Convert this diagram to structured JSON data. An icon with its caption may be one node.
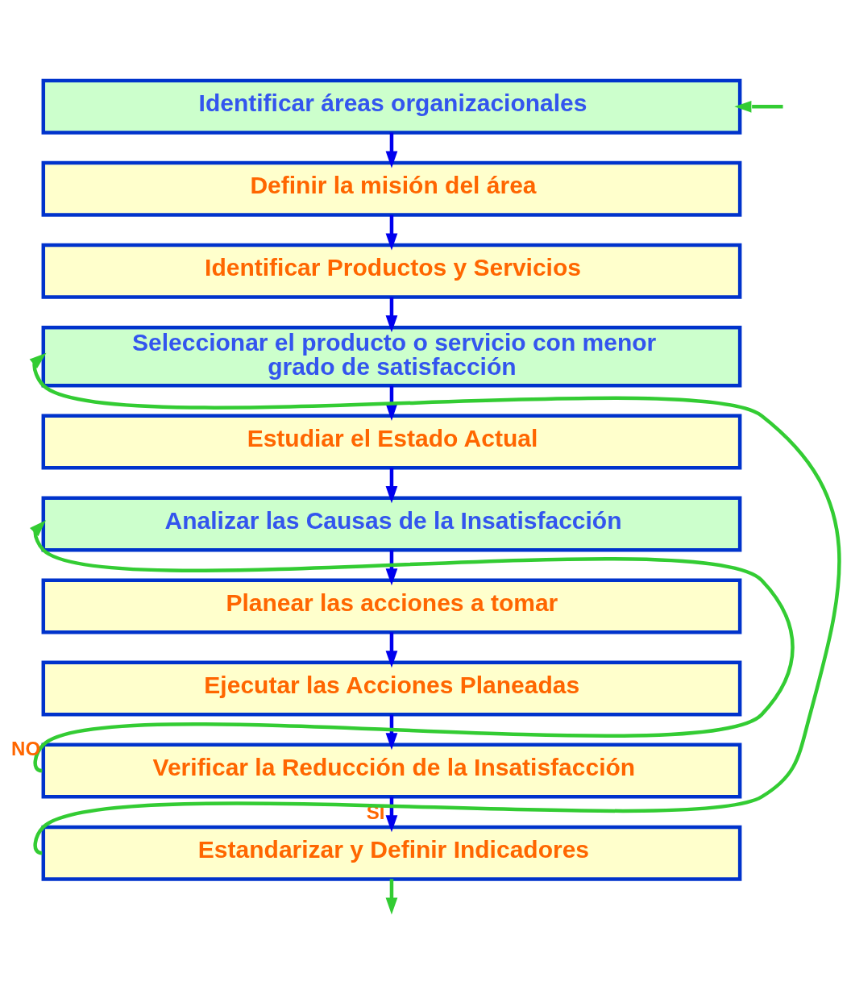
{
  "diagram": {
    "nodes": [
      {
        "text": [
          "Identificar áreas organizacionales"
        ]
      },
      {
        "text": [
          "Definir la misión del área"
        ]
      },
      {
        "text": [
          "Identificar Productos y Servicios"
        ]
      },
      {
        "text": [
          "Seleccionar el producto o servicio con menor grado de satisfacción"
        ]
      },
      {
        "text": [
          "Estudiar el Estado Actual"
        ]
      },
      {
        "text": [
          "Analizar las Causas de la Insatisfacción"
        ]
      },
      {
        "text": [
          "Planear las acciones a tomar"
        ]
      },
      {
        "text": [
          "Ejecutar las Acciones Planeadas"
        ]
      },
      {
        "text": [
          "Verificar la Reducción de la Insatisfacción"
        ]
      },
      {
        "text": [
          "Estandarizar y Definir Indicadores"
        ]
      }
    ],
    "edges": [
      {
        "from": 0,
        "to": 1,
        "arrow": "to"
      },
      {
        "from": 1,
        "to": 2,
        "arrow": "to"
      },
      {
        "from": 2,
        "to": 3,
        "arrow": "to"
      },
      {
        "from": 3,
        "to": 4,
        "arrow": "to"
      },
      {
        "from": 4,
        "to": 5,
        "arrow": "to"
      },
      {
        "from": 5,
        "to": 6,
        "arrow": "to"
      },
      {
        "from": 6,
        "to": 7,
        "arrow": "to"
      },
      {
        "from": 7,
        "to": 8,
        "arrow": "to"
      },
      {
        "from": 8,
        "to": 9,
        "arrow": "to",
        "label": "SI"
      },
      {
        "from": 8,
        "to": 5,
        "arrow": "to",
        "label": "NO",
        "color": "#33cc33"
      },
      {
        "from": 9,
        "to": 3,
        "arrow": "to",
        "color": "#33cc33"
      },
      {
        "from": 9,
        "to": null,
        "arrow": "to",
        "color": "#33cc33"
      },
      {
        "from": null,
        "to": 0,
        "arrow": "to",
        "color": "#33cc33"
      }
    ]
  }
}
